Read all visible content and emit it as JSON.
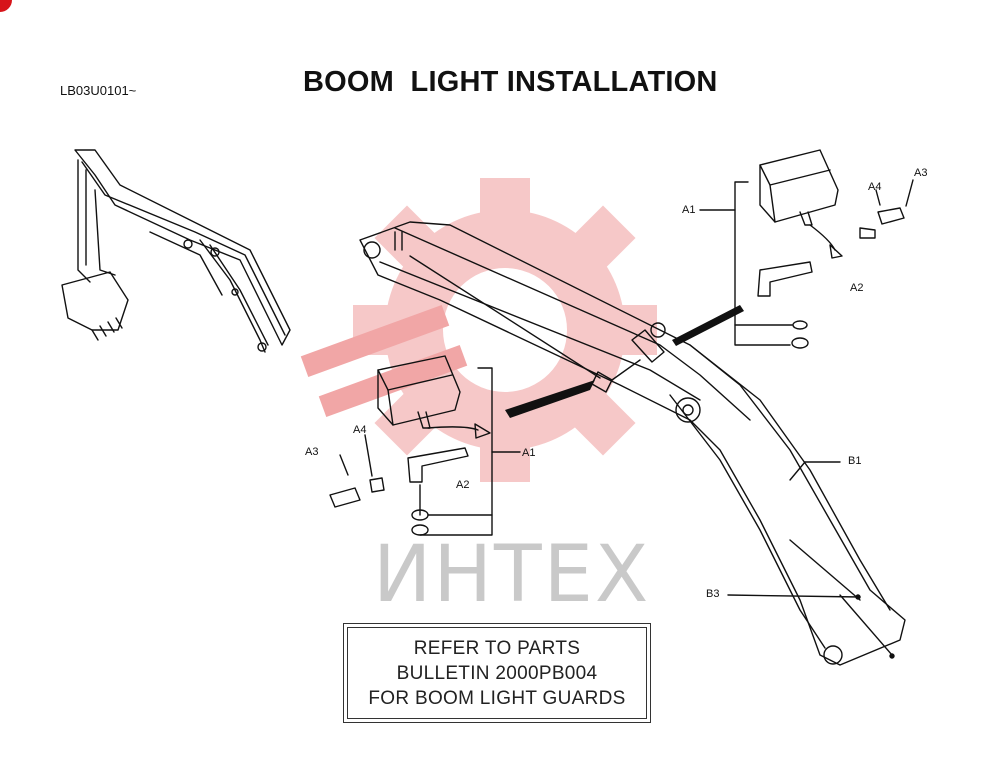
{
  "header": {
    "code": "LB03U0101~",
    "title": "BOOM  LIGHT INSTALLATION"
  },
  "watermark": {
    "text": "ИНТЕХ",
    "color": "#f3b4b4"
  },
  "callouts": {
    "a1_upper": "A1",
    "a2_upper": "A2",
    "a3_upper": "A3",
    "a4_upper": "A4",
    "a1_lower": "A1",
    "a2_lower": "A2",
    "a3_lower": "A3",
    "a4_lower": "A4",
    "b1": "B1",
    "b3": "B3"
  },
  "note": {
    "line1": "REFER TO PARTS",
    "line2": "BULLETIN 2000PB004",
    "line3": "FOR BOOM LIGHT GUARDS"
  },
  "colors": {
    "ink": "#111111",
    "accent": "#d7141a"
  }
}
